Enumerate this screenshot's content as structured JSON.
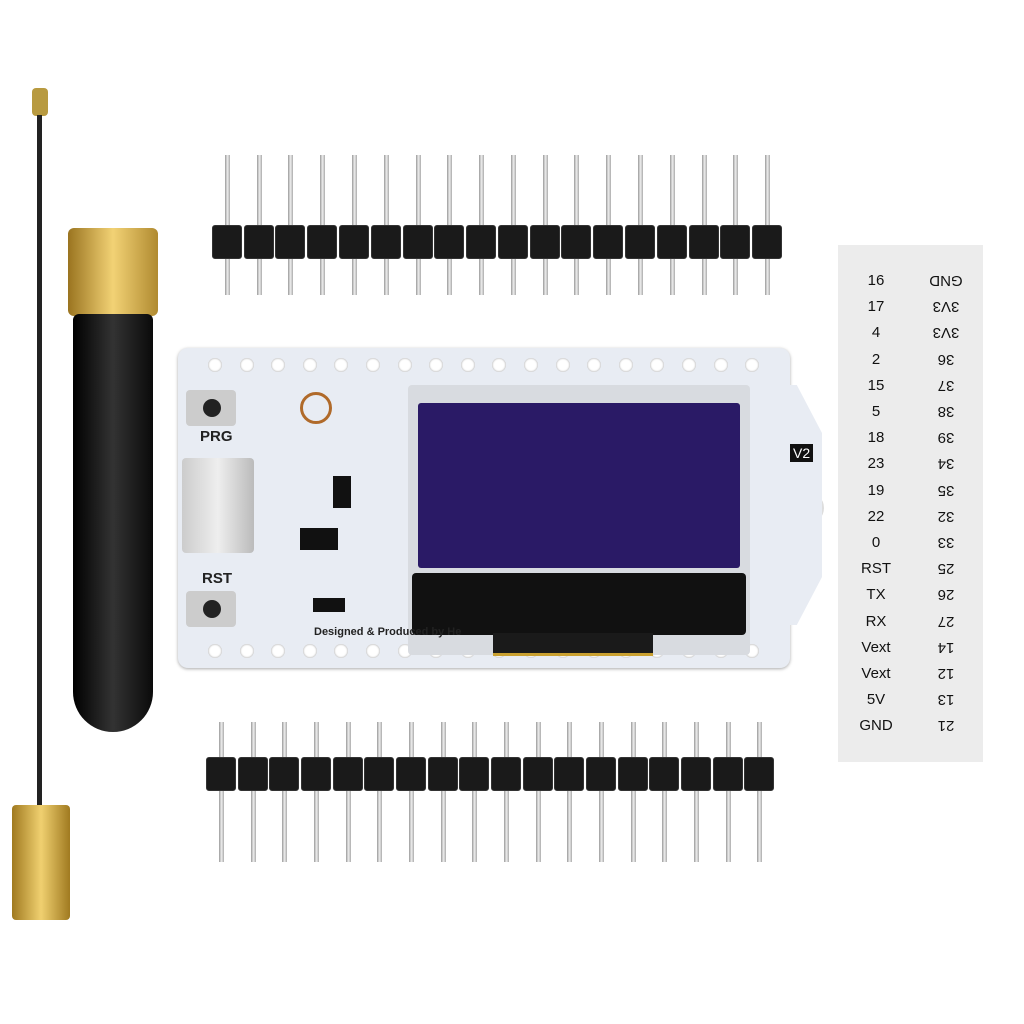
{
  "board": {
    "prg_label": "PRG",
    "rst_label": "RST",
    "maker_text": "Designed & Produced by He",
    "version": "V2",
    "pcb_color": "#e8ecf3",
    "screen_color": "#2a1a66"
  },
  "header_pins": {
    "top_count": 18,
    "bottom_count": 18
  },
  "pinout_card": {
    "left": [
      "16",
      "17",
      "4",
      "2",
      "15",
      "5",
      "18",
      "23",
      "19",
      "22",
      "0",
      "RST",
      "TX",
      "RX",
      "Vext",
      "Vext",
      "5V",
      "GND"
    ],
    "right": [
      "GND",
      "3V3",
      "3V3",
      "36",
      "37",
      "38",
      "39",
      "34",
      "35",
      "32",
      "33",
      "25",
      "26",
      "27",
      "14",
      "12",
      "13",
      "21"
    ]
  }
}
